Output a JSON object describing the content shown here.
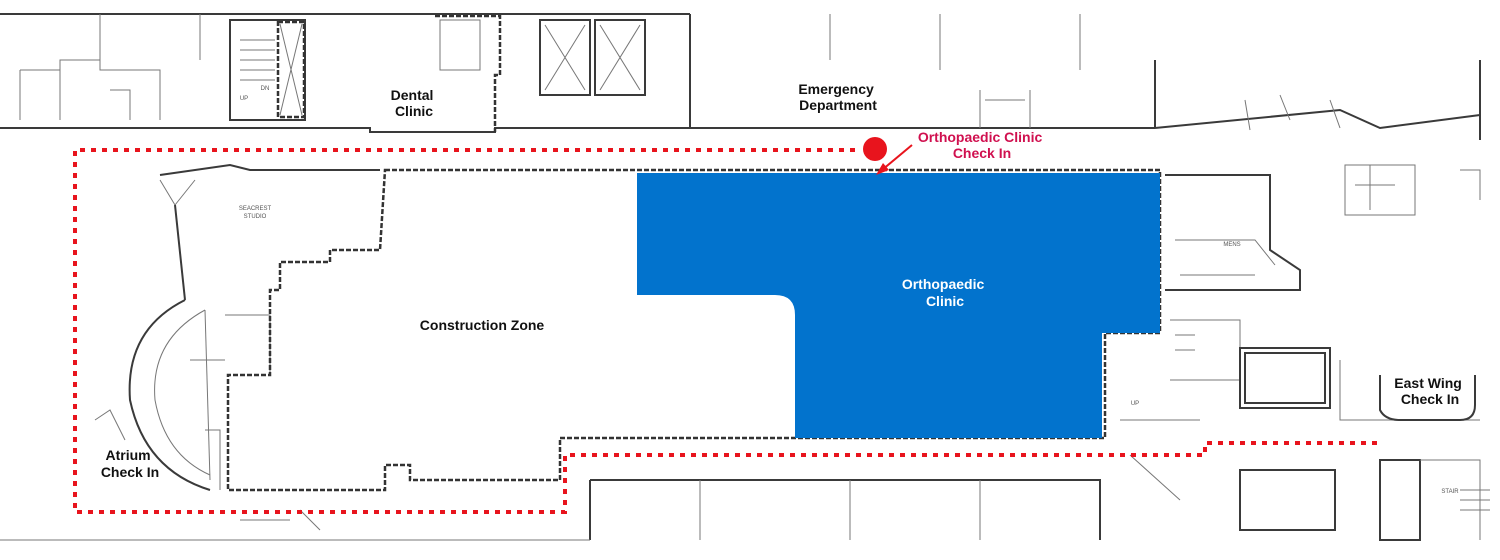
{
  "map": {
    "labels": {
      "dental": [
        "Dental",
        "Clinic"
      ],
      "emergency": [
        "Emergency",
        "Department"
      ],
      "ortho_checkin": [
        "Orthopaedic Clinic",
        "Check In"
      ],
      "ortho_clinic": [
        "Orthopaedic",
        "Clinic"
      ],
      "construction": "Construction Zone",
      "east_wing": [
        "East Wing",
        "Check In"
      ],
      "atrium": [
        "Atrium",
        "Check In"
      ],
      "seacrest": [
        "SEACREST",
        "STUDIO"
      ],
      "mens": "MENS",
      "stair": "STAIR",
      "up1": "UP",
      "dn": "DN",
      "up2": "UP"
    },
    "colors": {
      "clinic_fill": "#0273cd",
      "route": "#e8141d",
      "marker": "#e8141d",
      "checkin_text": "#d0104f",
      "walls": "#3a3a3a"
    },
    "icons": {
      "marker": "location-dot-icon",
      "arrow": "pointer-arrow-icon"
    }
  }
}
